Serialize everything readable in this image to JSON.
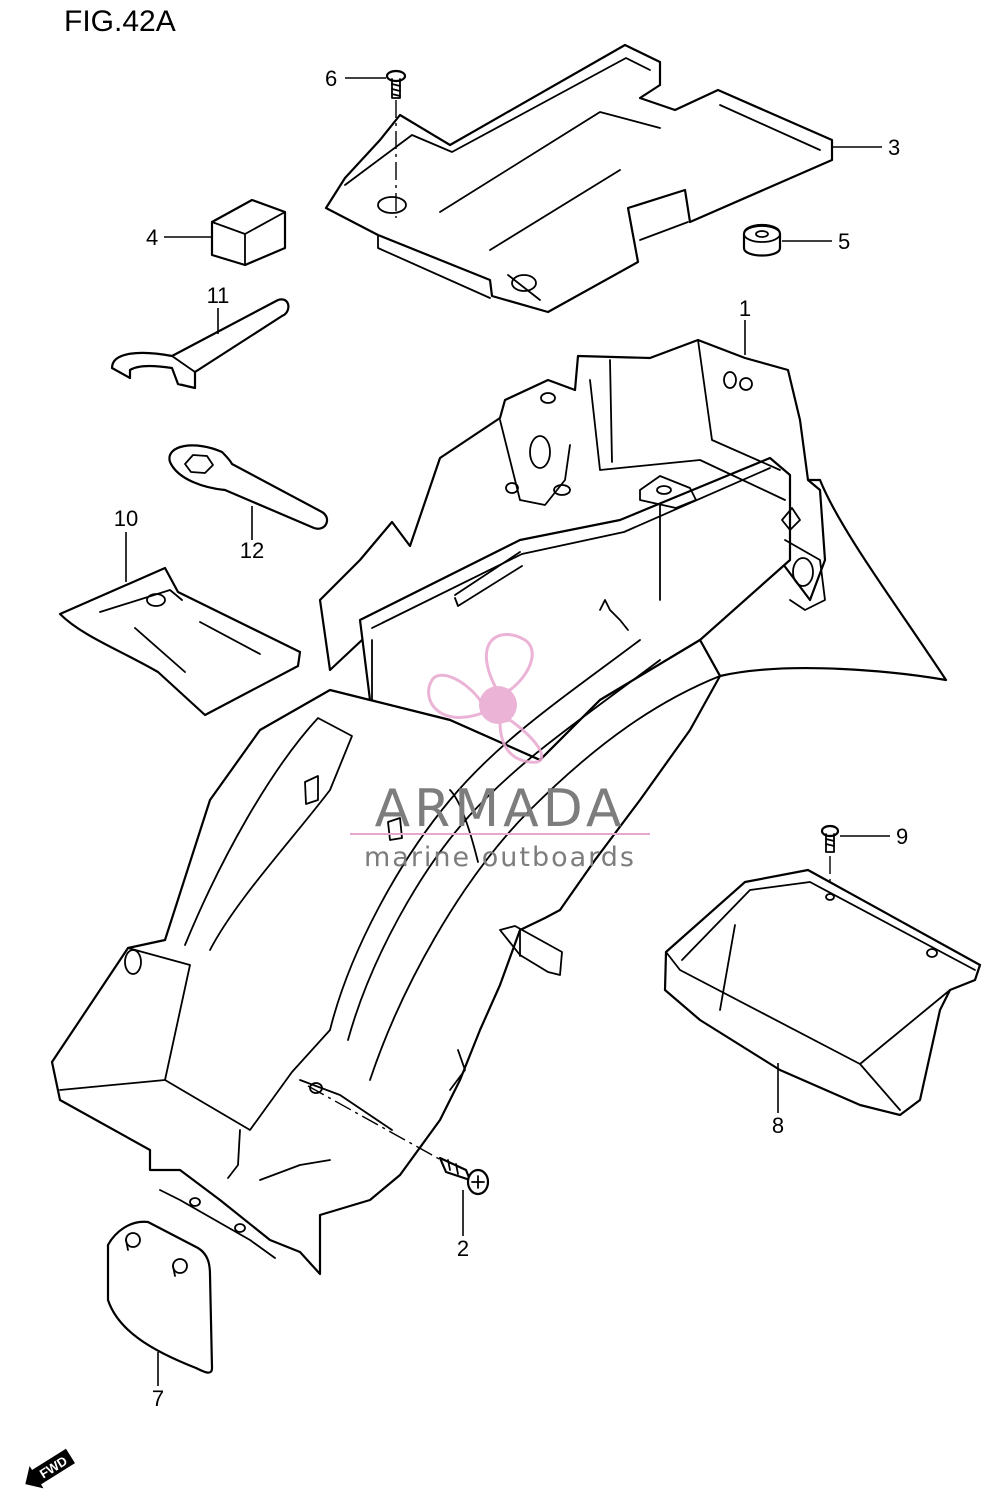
{
  "figure": {
    "title": "FIG.42A"
  },
  "callouts": [
    {
      "id": "1",
      "label": "1"
    },
    {
      "id": "2",
      "label": "2"
    },
    {
      "id": "3",
      "label": "3"
    },
    {
      "id": "4",
      "label": "4"
    },
    {
      "id": "5",
      "label": "5"
    },
    {
      "id": "6",
      "label": "6"
    },
    {
      "id": "7",
      "label": "7"
    },
    {
      "id": "8",
      "label": "8"
    },
    {
      "id": "9",
      "label": "9"
    },
    {
      "id": "10",
      "label": "10"
    },
    {
      "id": "11",
      "label": "11"
    },
    {
      "id": "12",
      "label": "12"
    }
  ],
  "watermark": {
    "brand": "ARMADA",
    "tagline": "marine outboards",
    "accent_color": "#e8a7cf",
    "text_color": "#7d7d7d"
  },
  "direction_badge": {
    "label": "FWD",
    "icon": "arrow-left-icon"
  }
}
